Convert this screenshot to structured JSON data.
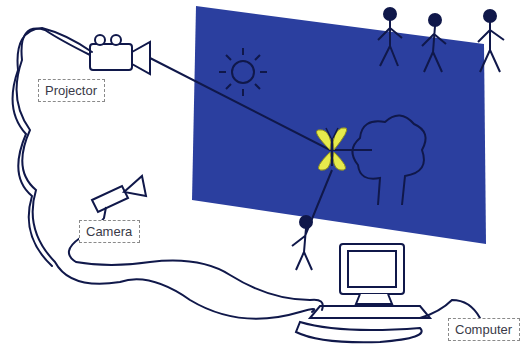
{
  "diagram": {
    "nodes": [
      {
        "text": [
          "Projector"
        ]
      },
      {
        "text": [
          "Camera"
        ]
      },
      {
        "text": [
          "Computer"
        ]
      }
    ]
  }
}
